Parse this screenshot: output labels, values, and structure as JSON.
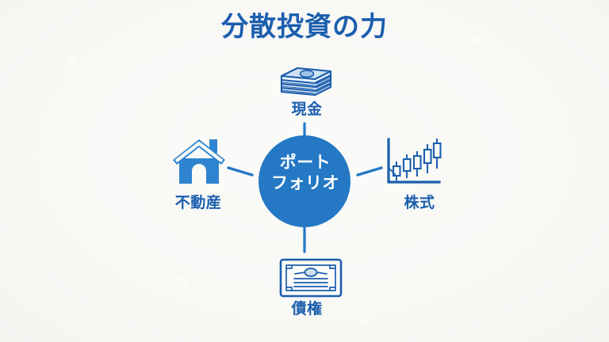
{
  "slide": {
    "title": "分散投資の力",
    "background_color": "#f9f9f7",
    "accent_color": "#2478c4",
    "text_color": "#1b5eae"
  },
  "center": {
    "name": "portfolio",
    "line1": "ポート",
    "line2": "フォリオ",
    "fill_color": "#2478c4",
    "label_color": "#ffffff"
  },
  "nodes": [
    {
      "id": "cash",
      "label": "現金",
      "icon": "money-stack-icon",
      "position": "top"
    },
    {
      "id": "real-estate",
      "label": "不動産",
      "icon": "house-icon",
      "position": "left"
    },
    {
      "id": "stocks",
      "label": "株式",
      "icon": "candlestick-chart-icon",
      "position": "right"
    },
    {
      "id": "bonds",
      "label": "債権",
      "icon": "bond-certificate-icon",
      "position": "bottom"
    }
  ],
  "connectors": [
    {
      "from": "portfolio",
      "to": "cash"
    },
    {
      "from": "portfolio",
      "to": "real-estate"
    },
    {
      "from": "portfolio",
      "to": "stocks"
    },
    {
      "from": "portfolio",
      "to": "bonds"
    }
  ]
}
